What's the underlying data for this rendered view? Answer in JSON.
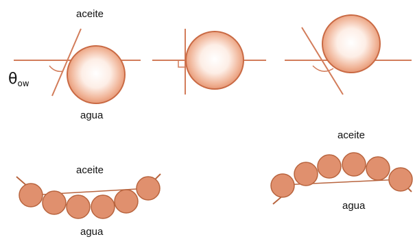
{
  "labels": {
    "oil": "aceite",
    "water": "agua",
    "theta_symbol": "θ",
    "theta_subscript": "ow"
  },
  "colors": {
    "particle_edge": "#c96a44",
    "particle_center": "#ffffff",
    "particle_mid": "#f7d9c8",
    "particle_outer": "#e79c7c",
    "bead_fill": "#e0906e",
    "bead_edge": "#b8643e",
    "line": "#d27c5a"
  }
}
